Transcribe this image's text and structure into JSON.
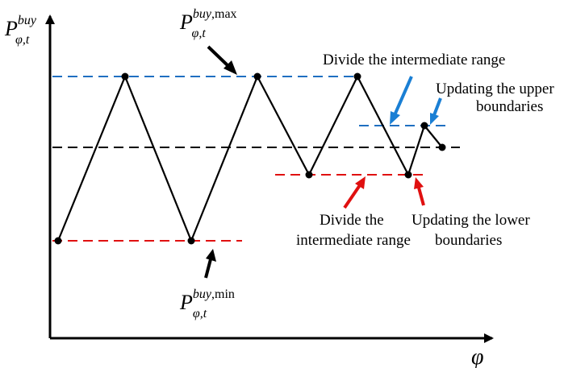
{
  "axes": {
    "y_symbol": "P",
    "y_sup": "buy",
    "y_sub": "φ,t",
    "x_symbol": "φ"
  },
  "max_label": {
    "symbol": "P",
    "sup": "buy",
    "sup_tail": ",max",
    "sub": "φ,t"
  },
  "min_label": {
    "symbol": "P",
    "sup": "buy",
    "sup_tail": ",min",
    "sub": "φ,t"
  },
  "annotations": {
    "divide_upper": "Divide the intermediate range",
    "updating_upper_line1": "Updating the upper",
    "updating_upper_line2": "boundaries",
    "divide_lower_line1": "Divide the",
    "divide_lower_line2": "intermediate range",
    "updating_lower_line1": "Updating the lower",
    "updating_lower_line2": "boundaries"
  },
  "colors": {
    "upper": "#1f6fc1",
    "middle": "#000000",
    "lower": "#e01010",
    "arrow_blue": "#1a7fd4",
    "arrow_red": "#e01010"
  }
}
